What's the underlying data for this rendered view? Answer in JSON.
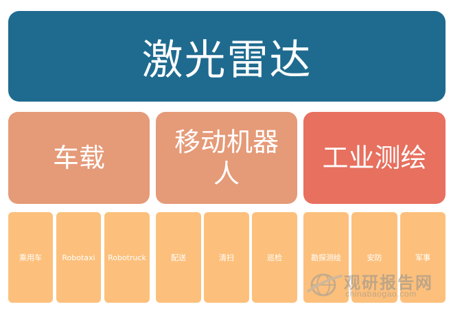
{
  "colors": {
    "top_box": "#1f6b8f",
    "category_salmon": "#e59a78",
    "category_red": "#e7705f",
    "leaf": "#fcc07c"
  },
  "title": "激光雷达",
  "categories": [
    {
      "label": "车载",
      "items": [
        "乘用车",
        "Robotaxi",
        "Robotruck"
      ]
    },
    {
      "label": "移动机器人",
      "items": [
        "配送",
        "清扫",
        "巡检"
      ]
    },
    {
      "label": "工业测绘",
      "items": [
        "勘探测绘",
        "安防",
        "军事"
      ]
    }
  ],
  "watermark": {
    "title": "观研报告网",
    "url": "chinabaogao.com",
    "icon": "globe-swoosh-logo"
  }
}
